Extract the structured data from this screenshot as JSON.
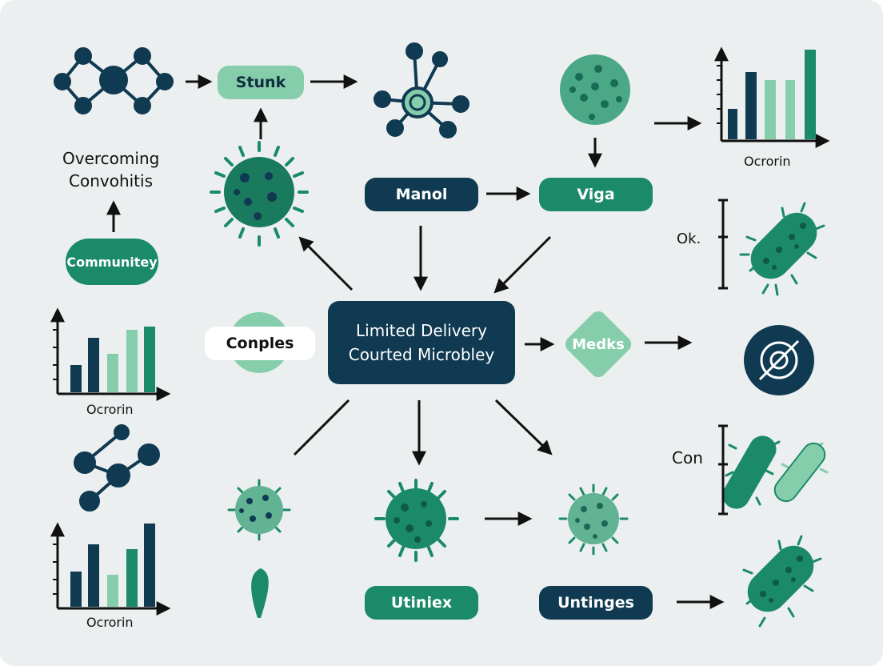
{
  "title": {
    "line1": "Overcoming",
    "line2": "Convohitis"
  },
  "center": {
    "line1": "Limited Delivery",
    "line2": "Courted Microbley"
  },
  "nodes": {
    "stunk": "Stunk",
    "manol": "Manol",
    "viga": "Viga",
    "community": "Communitey",
    "conples": "Conples",
    "medks": "Medks",
    "utiniex": "Utiniex",
    "untinges": "Untinges"
  },
  "charts": {
    "top_right_label": "Ocrorin",
    "left_mid_label": "Ocrorin",
    "left_bottom_label": "Ocrorin"
  },
  "side_labels": {
    "ok": "Ok.",
    "con": "Con"
  },
  "colors": {
    "dark": "#0f3a52",
    "green": "#1a8a68",
    "light": "#86ceab",
    "background": "#eceff0"
  }
}
